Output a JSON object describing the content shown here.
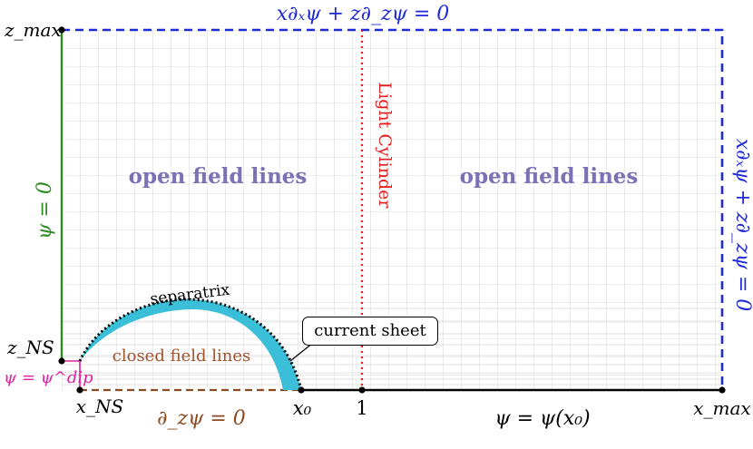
{
  "labels": {
    "top_bc": "x∂ₓψ + z∂_zψ = 0",
    "right_bc": "x∂ₓψ + z∂_zψ = 0",
    "left_bc": "ψ = 0",
    "bottom_left_bc": "∂_zψ = 0",
    "bottom_right_bc": "ψ = ψ(x₀)",
    "ns_bc": "ψ = ψ^dip",
    "z_max": "z_max",
    "z_ns": "z_NS",
    "x_ns": "x_NS",
    "x0": "x₀",
    "one": "1",
    "x_max": "x_max",
    "light_cylinder": "Light Cylinder",
    "open_left": "open field lines",
    "open_right": "open field lines",
    "closed": "closed field lines",
    "separatrix": "separatrix",
    "current_sheet": "current sheet"
  },
  "colors": {
    "boundary_outer": "#1f2bd6",
    "psi_zero": "#2e8b22",
    "psi_dip": "#e020a0",
    "bottom_dashed": "#8b4a22",
    "light_cylinder": "#e41a1c",
    "current_sheet": "#3bbfd8",
    "region_text": "#7b72b5",
    "closed_text": "#a0522d"
  }
}
